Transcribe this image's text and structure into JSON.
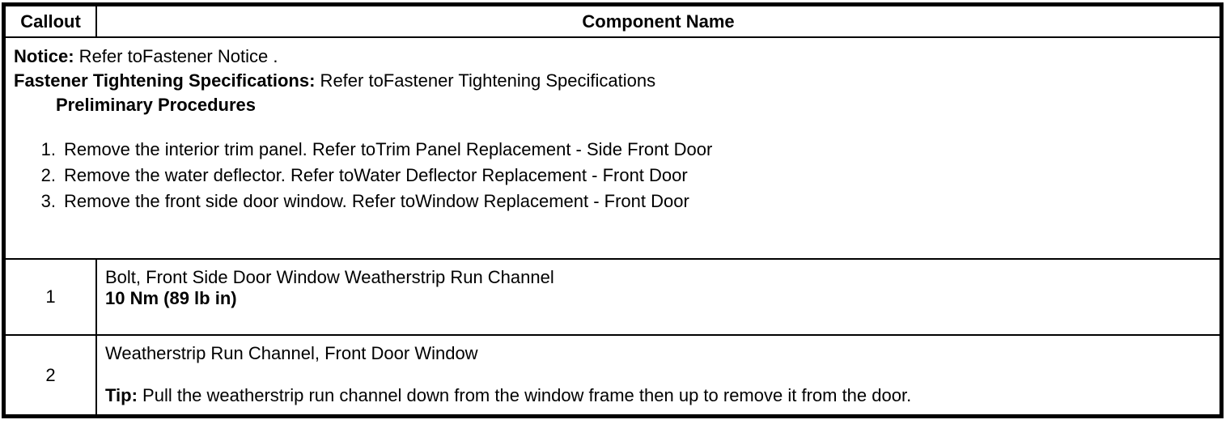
{
  "header": {
    "callout": "Callout",
    "component_name": "Component Name"
  },
  "info": {
    "notice_label": "Notice:",
    "notice_text": " Refer toFastener Notice .",
    "fastener_label": "Fastener Tightening Specifications:",
    "fastener_text": " Refer toFastener Tightening Specifications",
    "preliminary_title": "Preliminary Procedures",
    "steps": [
      {
        "num": "1.",
        "text": "Remove the interior trim panel. Refer toTrim Panel Replacement - Side Front Door"
      },
      {
        "num": "2.",
        "text": "Remove the water deflector. Refer toWater Deflector Replacement - Front Door"
      },
      {
        "num": "3.",
        "text": "Remove the front side door window. Refer toWindow Replacement - Front Door"
      }
    ]
  },
  "rows": [
    {
      "callout": "1",
      "name": "Bolt, Front Side Door Window Weatherstrip Run Channel",
      "torque": "10 Nm (89 lb in)"
    },
    {
      "callout": "2",
      "name": "Weatherstrip Run Channel, Front Door Window",
      "tip_label": "Tip:",
      "tip_text": " Pull the weatherstrip run channel down from the window frame then up to remove it from the door."
    }
  ]
}
